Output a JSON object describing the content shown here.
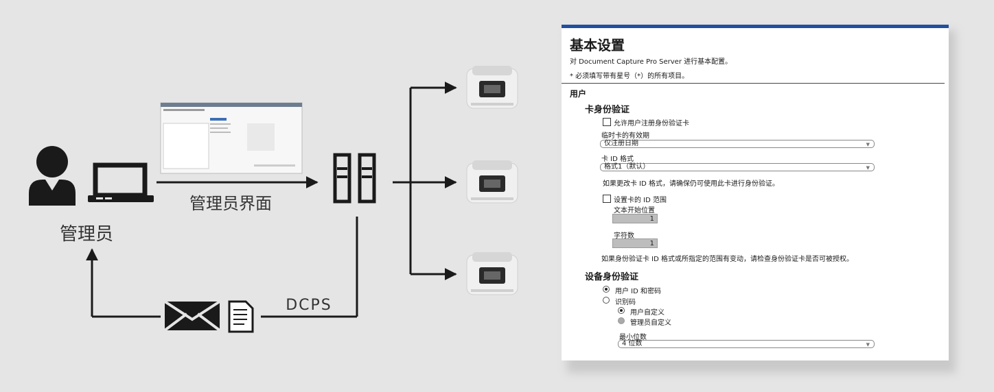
{
  "diagram": {
    "admin_label": "管理员",
    "admin_interface_label": "管理员界面",
    "dcps_label": "DCPS"
  },
  "settings": {
    "title": "基本设置",
    "description": "对 Document Capture Pro Server 进行基本配置。",
    "required_note": "* 必须填写带有星号（*）的所有项目。",
    "user_section": "用户",
    "card_auth_heading": "卡身份验证",
    "allow_register_label": "允许用户注册身份验证卡",
    "temp_card_label": "临时卡的有效期",
    "temp_card_value": "仅注册日期",
    "card_id_format_label": "卡 ID 格式",
    "card_id_format_value": "格式1（默认）",
    "format_change_note": "如果更改卡 ID 格式，请确保仍可使用此卡进行身份验证。",
    "set_id_range_label": "设置卡的 ID 范围",
    "text_start_label": "文本开始位置",
    "text_start_value": "1",
    "char_count_label": "字符数",
    "char_count_value": "1",
    "range_change_note": "如果身份验证卡 ID 格式或所指定的范围有变动，请检查身份验证卡是否可被授权。",
    "device_auth_heading": "设备身份验证",
    "opt_userid_password": "用户 ID 和密码",
    "opt_id_code": "识别码",
    "opt_user_defined": "用户自定义",
    "opt_admin_defined": "管理员自定义",
    "min_digits_label": "最小位数",
    "min_digits_value": "4 位数"
  },
  "colors": {
    "accent": "#1f4f9e",
    "line": "#1a1a1a"
  }
}
